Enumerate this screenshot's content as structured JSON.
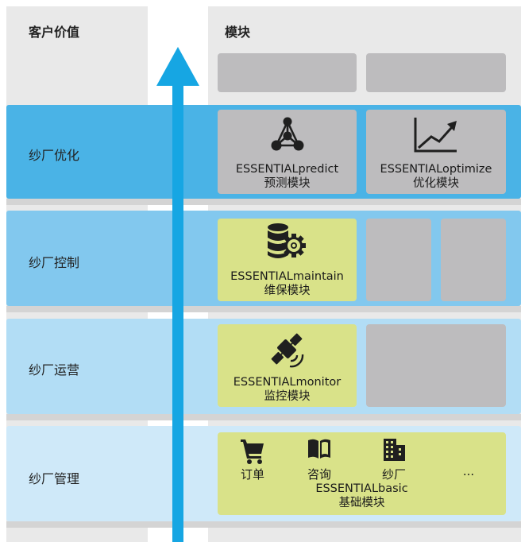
{
  "headers": {
    "left": "客户价值",
    "right": "模块"
  },
  "colors": {
    "optimize_band": "#4ab3e6",
    "control_band": "#82c8ee",
    "operate_band": "#b2ddf5",
    "manage_band": "#cfe9f9",
    "arrow": "#16a6e3",
    "tile_gray": "#bdbcbe",
    "tile_green": "#d9e289"
  },
  "bands": [
    {
      "label": "纱厂优化"
    },
    {
      "label": "纱厂控制"
    },
    {
      "label": "纱厂运营"
    },
    {
      "label": "纱厂管理"
    }
  ],
  "modules": {
    "predict": {
      "name": "ESSENTIALpredict",
      "subtitle": "预测模块",
      "icon": "network-icon"
    },
    "optimize": {
      "name": "ESSENTIALoptimize",
      "subtitle": "优化模块",
      "icon": "trend-up-icon"
    },
    "maintain": {
      "name": "ESSENTIALmaintain",
      "subtitle": "维保模块",
      "icon": "database-gear-icon"
    },
    "monitor": {
      "name": "ESSENTIALmonitor",
      "subtitle": "监控模块",
      "icon": "satellite-icon"
    },
    "basic": {
      "name": "ESSENTIALbasic",
      "subtitle": "基础模块",
      "items": [
        {
          "label": "订单",
          "icon": "cart-icon"
        },
        {
          "label": "咨询",
          "icon": "book-icon"
        },
        {
          "label": "纱厂",
          "icon": "building-icon"
        },
        {
          "label": "...",
          "icon": ""
        }
      ]
    }
  }
}
